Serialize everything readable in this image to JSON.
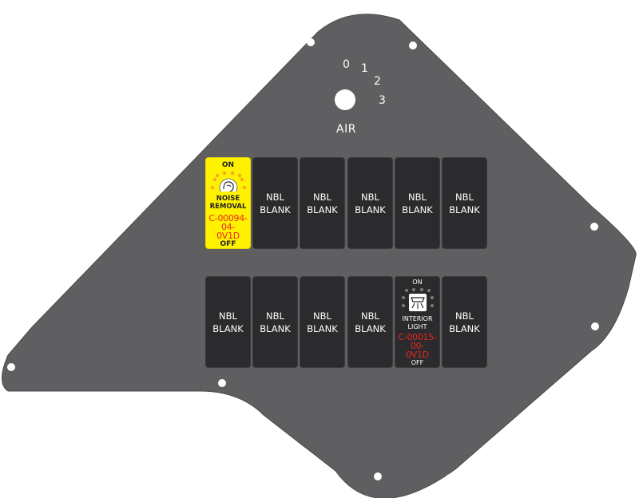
{
  "knob": {
    "positions": [
      "0",
      "1",
      "2",
      "3"
    ],
    "label": "AIR"
  },
  "switches": {
    "noise_removal": {
      "on": "ON",
      "name_line1": "NOISE",
      "name_line2": "REMOVAL",
      "code_line1": "C-00094-04-",
      "code_line2": "0V1D",
      "off": "OFF",
      "icon": "ear-headset-icon",
      "color": "#fff200"
    },
    "interior_light": {
      "on": "ON",
      "name_line1": "INTERIOR",
      "name_line2": "LIGHT",
      "code_line1": "C-00015-00-",
      "code_line2": "0V1D",
      "off": "OFF",
      "icon": "dome-light-icon"
    },
    "blank_line1": "NBL",
    "blank_line2": "BLANK"
  },
  "colors": {
    "panel": "#5f5f61",
    "switch": "#2b2b2d",
    "code_text": "#e8251f",
    "indicator_orange": "#f5a623",
    "indicator_grey": "#7a7a7a"
  }
}
